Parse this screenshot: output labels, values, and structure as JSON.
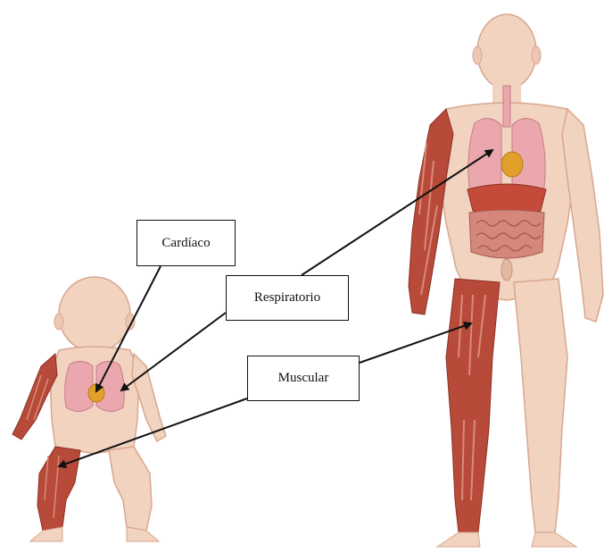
{
  "labels": {
    "cardiac": "Cardíaco",
    "respiratory": "Respiratorio",
    "muscular": "Muscular"
  },
  "colors": {
    "skin": "#f1d3c0",
    "skin_outline": "#d9a68e",
    "muscle": "#b84a3a",
    "muscle_light": "#d98a7a",
    "lung": "#eaa7ad",
    "heart": "#e0a02a",
    "liver": "#c44a3a",
    "intestine": "#d4877a",
    "arrow": "#111111"
  },
  "icons": {
    "child": "child-anatomy-figure",
    "adult": "adult-anatomy-figure"
  }
}
